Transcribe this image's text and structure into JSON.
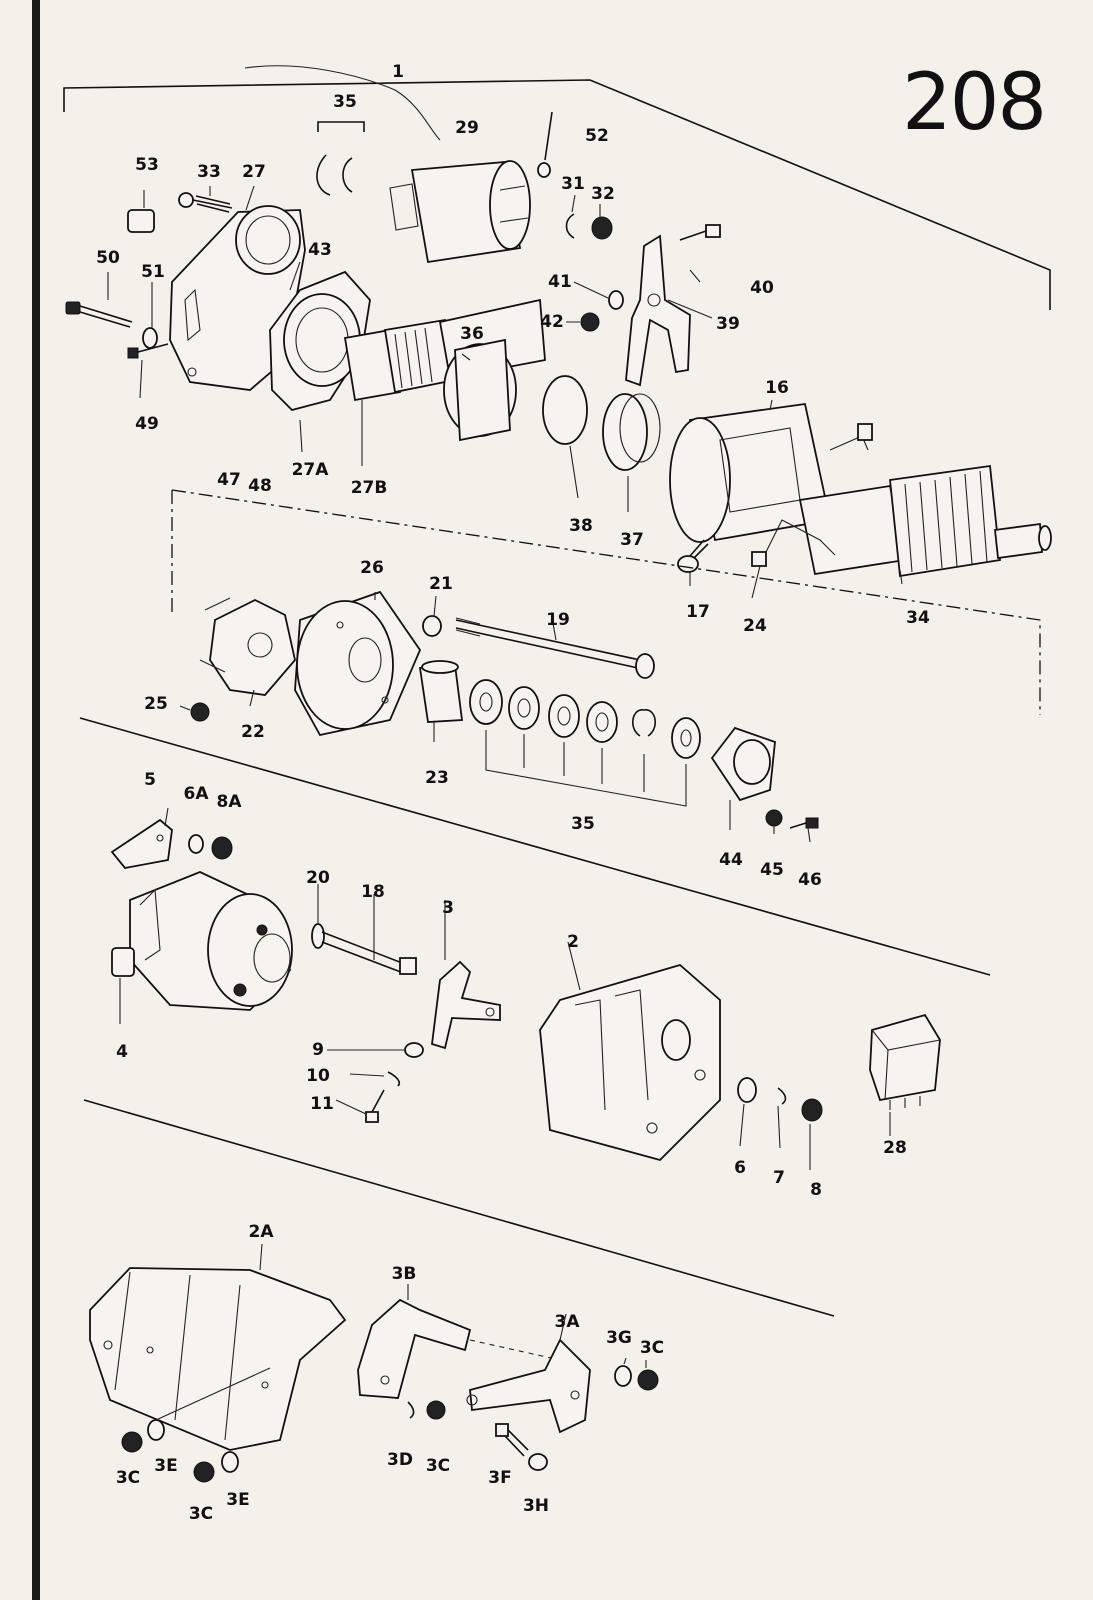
{
  "page": {
    "number": "208"
  },
  "callouts": [
    {
      "key": "c1",
      "text": "1"
    },
    {
      "key": "c35a",
      "text": "35"
    },
    {
      "key": "c29",
      "text": "29"
    },
    {
      "key": "c52",
      "text": "52"
    },
    {
      "key": "c53",
      "text": "53"
    },
    {
      "key": "c33",
      "text": "33"
    },
    {
      "key": "c27",
      "text": "27"
    },
    {
      "key": "c31",
      "text": "31"
    },
    {
      "key": "c32",
      "text": "32"
    },
    {
      "key": "c50",
      "text": "50"
    },
    {
      "key": "c51",
      "text": "51"
    },
    {
      "key": "c43",
      "text": "43"
    },
    {
      "key": "c41",
      "text": "41"
    },
    {
      "key": "c40",
      "text": "40"
    },
    {
      "key": "c42",
      "text": "42"
    },
    {
      "key": "c39",
      "text": "39"
    },
    {
      "key": "c36",
      "text": "36"
    },
    {
      "key": "c49",
      "text": "49"
    },
    {
      "key": "c16",
      "text": "16"
    },
    {
      "key": "c47",
      "text": "47"
    },
    {
      "key": "c48",
      "text": "48"
    },
    {
      "key": "c27A",
      "text": "27A"
    },
    {
      "key": "c27B",
      "text": "27B"
    },
    {
      "key": "c38",
      "text": "38"
    },
    {
      "key": "c37",
      "text": "37"
    },
    {
      "key": "c17",
      "text": "17"
    },
    {
      "key": "c24",
      "text": "24"
    },
    {
      "key": "c34",
      "text": "34"
    },
    {
      "key": "c26",
      "text": "26"
    },
    {
      "key": "c21",
      "text": "21"
    },
    {
      "key": "c19",
      "text": "19"
    },
    {
      "key": "c25",
      "text": "25"
    },
    {
      "key": "c22",
      "text": "22"
    },
    {
      "key": "c23",
      "text": "23"
    },
    {
      "key": "c35b",
      "text": "35"
    },
    {
      "key": "c44",
      "text": "44"
    },
    {
      "key": "c45",
      "text": "45"
    },
    {
      "key": "c46",
      "text": "46"
    },
    {
      "key": "c5",
      "text": "5"
    },
    {
      "key": "c6A",
      "text": "6A"
    },
    {
      "key": "c8A",
      "text": "8A"
    },
    {
      "key": "c20",
      "text": "20"
    },
    {
      "key": "c18",
      "text": "18"
    },
    {
      "key": "c3",
      "text": "3"
    },
    {
      "key": "c2",
      "text": "2"
    },
    {
      "key": "c4",
      "text": "4"
    },
    {
      "key": "c9",
      "text": "9"
    },
    {
      "key": "c10",
      "text": "10"
    },
    {
      "key": "c11",
      "text": "11"
    },
    {
      "key": "c6",
      "text": "6"
    },
    {
      "key": "c7",
      "text": "7"
    },
    {
      "key": "c8",
      "text": "8"
    },
    {
      "key": "c28",
      "text": "28"
    },
    {
      "key": "c2A",
      "text": "2A"
    },
    {
      "key": "c3B",
      "text": "3B"
    },
    {
      "key": "c3A",
      "text": "3A"
    },
    {
      "key": "c3G",
      "text": "3G"
    },
    {
      "key": "c3C",
      "text": "3C"
    },
    {
      "key": "c3C2",
      "text": "3C"
    },
    {
      "key": "c3E",
      "text": "3E"
    },
    {
      "key": "c3D",
      "text": "3D"
    },
    {
      "key": "c3C3",
      "text": "3C"
    },
    {
      "key": "c3F",
      "text": "3F"
    },
    {
      "key": "c3H",
      "text": "3H"
    },
    {
      "key": "c3C4",
      "text": "3C"
    },
    {
      "key": "c3E2",
      "text": "3E"
    }
  ]
}
